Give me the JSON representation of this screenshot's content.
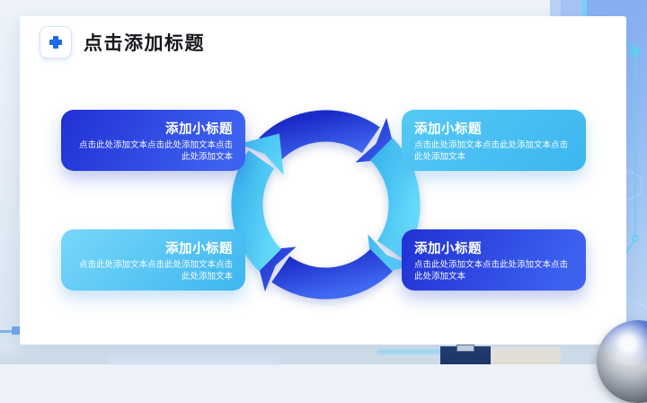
{
  "slide": {
    "title": "点击添加标题"
  },
  "boxes": [
    {
      "position": "top-left",
      "variant": "dark-blue",
      "align": "right",
      "title": "添加小标题",
      "body": "点击此处添加文本点击此处添加文本点击此处添加文本"
    },
    {
      "position": "top-right",
      "variant": "light-blue",
      "align": "left",
      "title": "添加小标题",
      "body": "点击此处添加文本点击此处添加文本点击此处添加文本"
    },
    {
      "position": "bottom-left",
      "variant": "light-blue",
      "align": "right",
      "title": "添加小标题",
      "body": "点击此处添加文本点击此处添加文本点击此处添加文本"
    },
    {
      "position": "bottom-right",
      "variant": "dark-blue",
      "align": "left",
      "title": "添加小标题",
      "body": "点击此处添加文本点击此处添加文本点击此处添加文本"
    }
  ],
  "diagram": {
    "type": "cycle",
    "direction": "clockwise",
    "segment_count": 4,
    "segment_colors": [
      "#2b46e2",
      "#49c4f3",
      "#2b46e2",
      "#49c4f3"
    ]
  },
  "colors": {
    "dark_blue_start": "#2131d4",
    "dark_blue_end": "#3e62f0",
    "light_blue_start": "#55c9f5",
    "light_blue_end": "#3db6ef",
    "title_text": "#16181d",
    "box_text": "#ffffff",
    "plus_icon_blue": "#1e6ae6",
    "circuit_cyan": "#5ed4f6"
  }
}
